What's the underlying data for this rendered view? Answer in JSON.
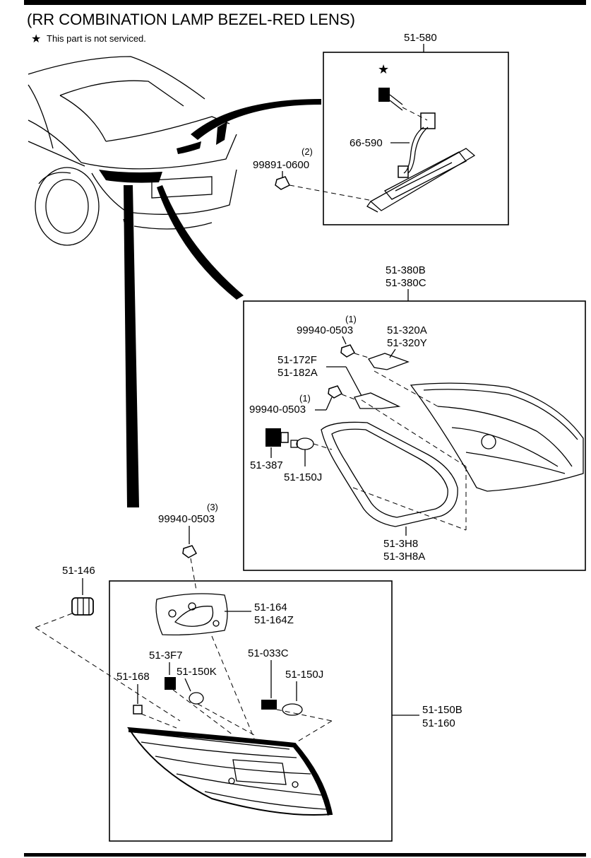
{
  "title": "(RR COMBINATION LAMP BEZEL-RED LENS)",
  "note": {
    "star": "★",
    "text": "This part is not serviced."
  },
  "top_box": {
    "label": "51-580",
    "star": "★",
    "parts": [
      "66-590",
      "99891-0600"
    ],
    "qty_99891": "(2)"
  },
  "mid_box": {
    "label_lines": [
      "51-380B",
      "51-380C"
    ],
    "parts": {
      "p99940_a": "99940-0503",
      "q_a": "(1)",
      "p99940_b": "99940-0503",
      "q_b": "(1)",
      "p51320": [
        "51-320A",
        "51-320Y"
      ],
      "p51172": [
        "51-172F",
        "51-182A"
      ],
      "p51387": "51-387",
      "p51150j": "51-150J",
      "p513h8": [
        "51-3H8",
        "51-3H8A"
      ]
    }
  },
  "bottom_box": {
    "label_lines": [
      "51-150B",
      "51-160"
    ],
    "parts": {
      "p99940": "99940-0503",
      "q": "(3)",
      "p51146": "51-146",
      "p51164": [
        "51-164",
        "51-164Z"
      ],
      "p513f7": "51-3F7",
      "p51150k": "51-150K",
      "p51168": "51-168",
      "p51033c": "51-033C",
      "p51150j": "51-150J"
    }
  },
  "colors": {
    "ink": "#000000",
    "paper": "#ffffff"
  }
}
